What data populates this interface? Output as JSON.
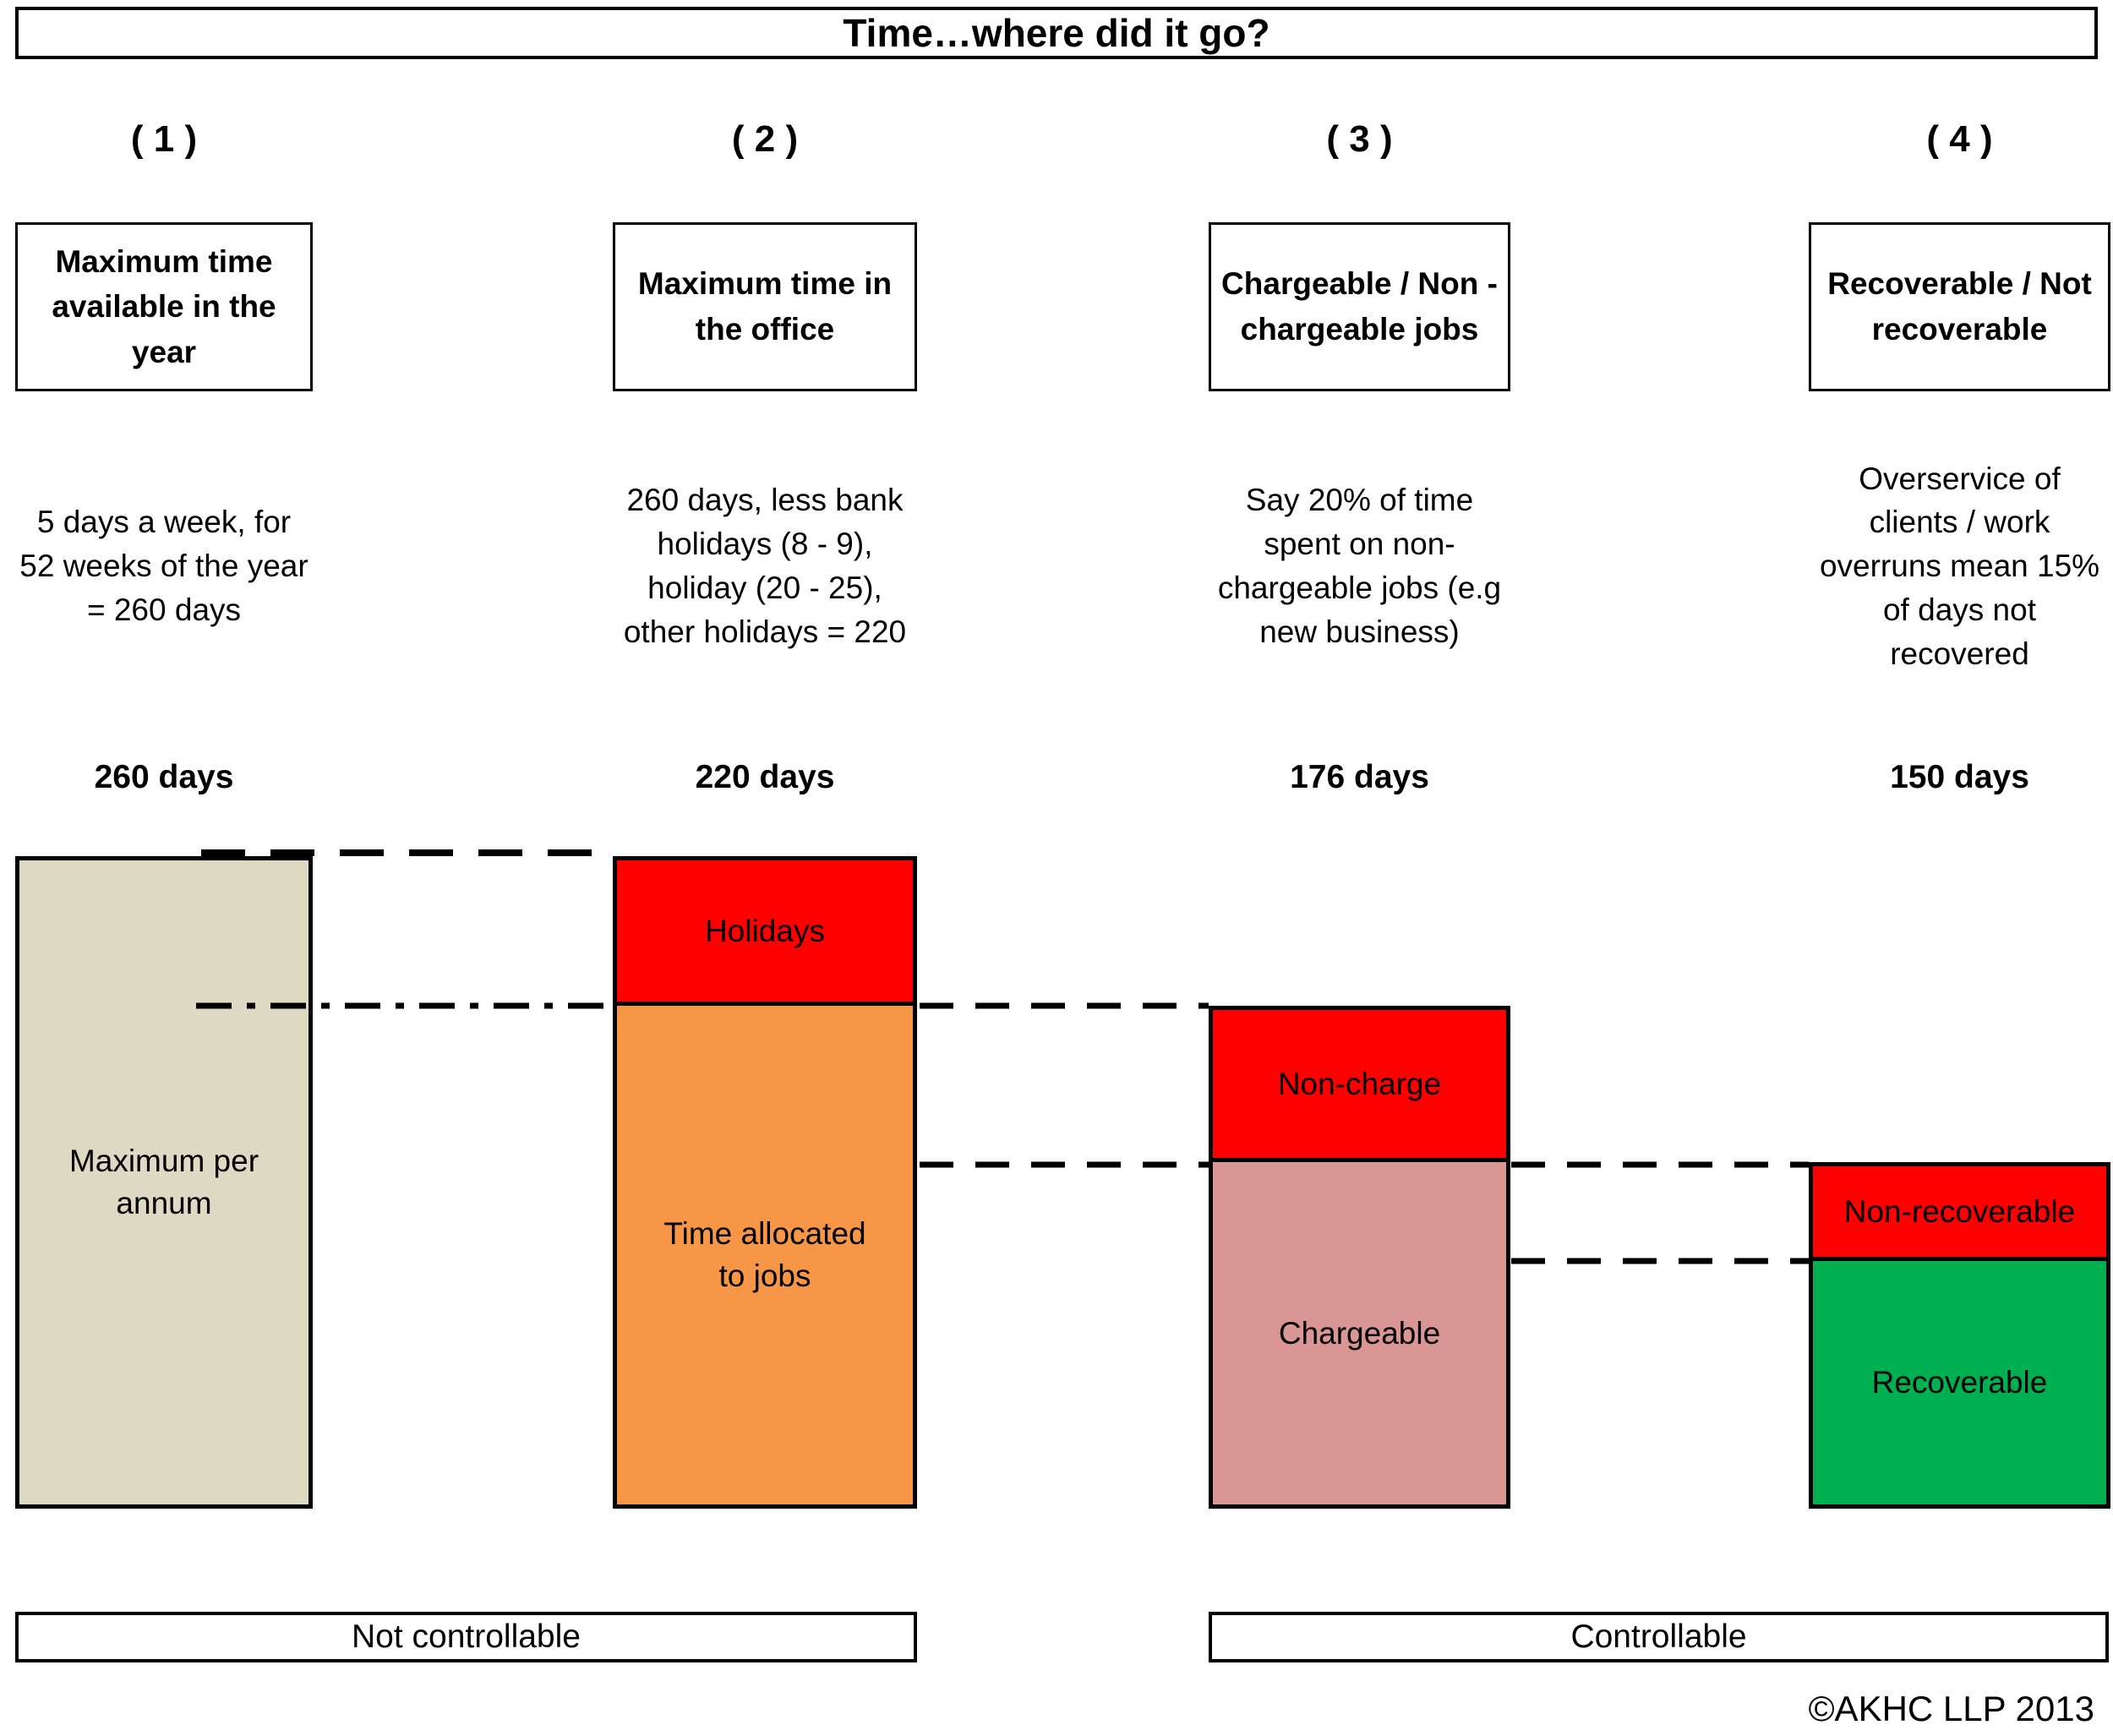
{
  "title": "Time…where did it go?",
  "copyright": "©AKHC LLP 2013",
  "columns": [
    {
      "number": "( 1 )",
      "header": "Maximum time available in the year",
      "description": "5 days a week, for 52 weeks of the year = 260 days",
      "days": "260 days"
    },
    {
      "number": "( 2 )",
      "header": "Maximum time in the office",
      "description": "260 days, less bank holidays (8 - 9), holiday (20 - 25), other holidays = 220",
      "days": "220 days"
    },
    {
      "number": "( 3 )",
      "header": "Chargeable / Non - chargeable jobs",
      "description": "Say 20% of time spent on non-chargeable jobs (e.g new business)",
      "days": "176 days"
    },
    {
      "number": "( 4 )",
      "header": "Recoverable / Not recoverable",
      "description": "Overservice of clients / work overruns mean 15% of days not recovered",
      "days": "150 days"
    }
  ],
  "bars": {
    "col1": {
      "label": "Maximum per annum",
      "color": "#DDD9C3"
    },
    "col2": {
      "segments": [
        {
          "label": "Holidays",
          "color": "#FF0000"
        },
        {
          "label": "Time allocated to jobs",
          "color": "#F79646"
        }
      ]
    },
    "col3": {
      "segments": [
        {
          "label": "Non-charge",
          "color": "#FF0000"
        },
        {
          "label": "Chargeable",
          "color": "#D99694"
        }
      ]
    },
    "col4": {
      "segments": [
        {
          "label": "Non-recoverable",
          "color": "#FF0000"
        },
        {
          "label": "Recoverable",
          "color": "#00B050"
        }
      ]
    }
  },
  "footer": {
    "not_controllable": "Not controllable",
    "controllable": "Controllable"
  }
}
